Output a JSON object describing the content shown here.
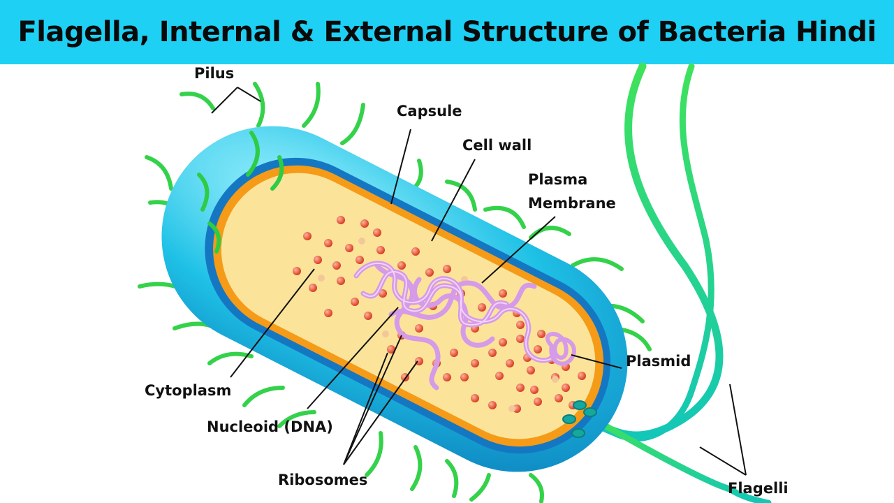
{
  "title": "Flagella, Internal & External Structure of Bacteria Hindi",
  "labels": {
    "pilus": "Pilus",
    "capsule": "Capsule",
    "cell_wall": "Cell wall",
    "plasma_membrane_line1": "Plasma",
    "plasma_membrane_line2": "Membrane",
    "plasmid": "Plasmid",
    "cytoplasm": "Cytoplasm",
    "nucleoid": "Nucleoid (DNA)",
    "ribosomes": "Ribosomes",
    "flagelli": "Flagelli"
  },
  "colors": {
    "title_bar": "#1ed0f4",
    "capsule": "#1fb6e0",
    "cell_wall": "#1577c2",
    "membrane": "#f59b18",
    "cytoplasm": "#fbe49a",
    "ribosome": "#e8462a",
    "dna": "#d59ae8",
    "pili": "#34d24a",
    "flagella": "#1cd39a"
  }
}
